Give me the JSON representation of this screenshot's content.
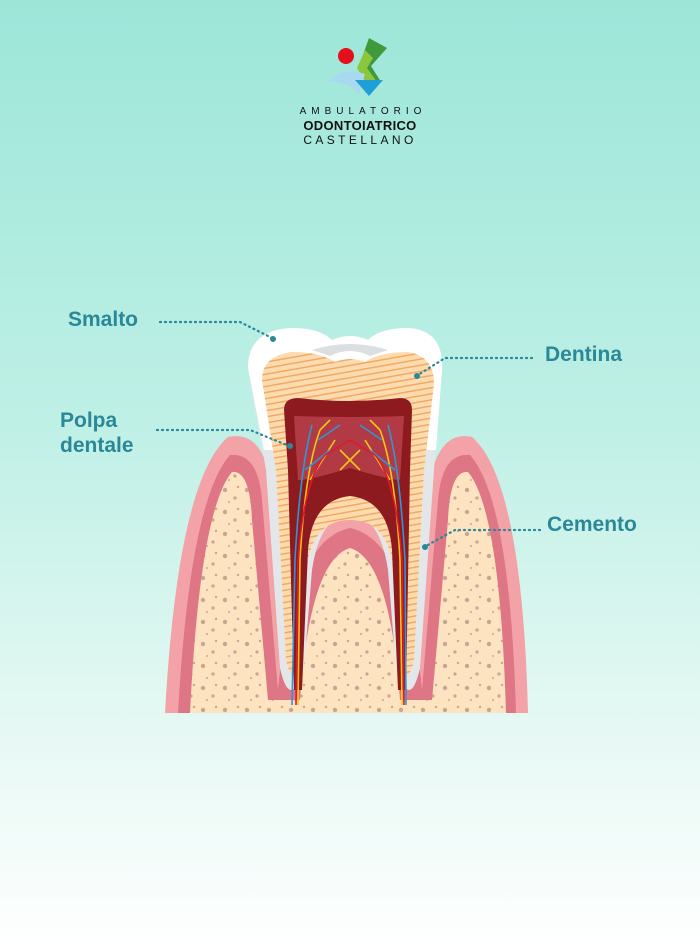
{
  "logo": {
    "line1": "AMBULATORIO",
    "line2": "ODONTOIATRICO",
    "line3": "CASTELLANO",
    "colors": {
      "red": "#e3101b",
      "green": "#6fb83a",
      "dark_green": "#3e9a3a",
      "light_blue": "#a9d8ef",
      "blue": "#1f9fd8"
    }
  },
  "labels": {
    "smalto": "Smalto",
    "dentina": "Dentina",
    "polpa_line1": "Polpa",
    "polpa_line2": "dentale",
    "cemento": "Cemento"
  },
  "colors": {
    "label": "#2a8898",
    "gum": "#f3a2a8",
    "gum_dark": "#de7686",
    "bone": "#fde3c0",
    "enamel": "#ffffff",
    "dentin": "#fcd9a6",
    "pulp": "#8c1a1f"
  }
}
